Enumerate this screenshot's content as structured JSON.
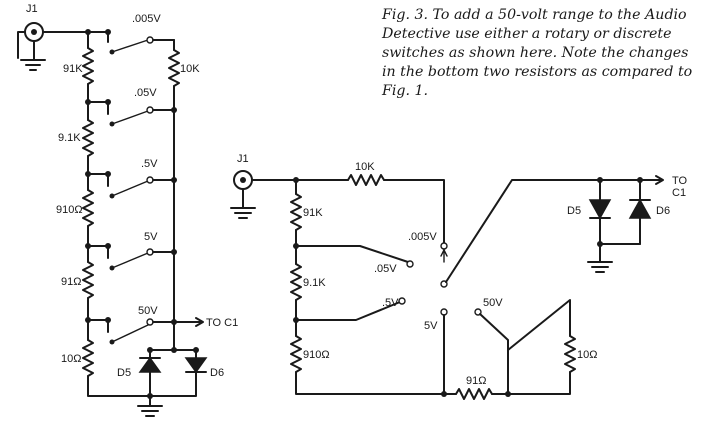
{
  "caption": "Fig. 3. To add a 50-volt range to the Audio Detective use either a rotary or discrete switches as shown here. Note the changes in the bottom two resistors as compared to Fig. 1.",
  "left": {
    "jack": "J1",
    "r1": "91K",
    "r2": "9.1K",
    "r3": "910Ω",
    "r4": "91Ω",
    "r5": "10Ω",
    "r_top": "10K",
    "range1": ".005V",
    "range2": ".05V",
    "range3": ".5V",
    "range4": "5V",
    "range5": "50V",
    "output": "TO C1",
    "d5": "D5",
    "d6": "D6"
  },
  "right": {
    "jack": "J1",
    "r_series": "10K",
    "r1": "91K",
    "r2": "9.1K",
    "r3": "910Ω",
    "r4": "91Ω",
    "r5": "10Ω",
    "range1": ".005V",
    "range2": ".05V",
    "range3": ".5V",
    "range4": "5V",
    "range5": "50V",
    "output_to": "TO",
    "output_c1": "C1",
    "d5": "D5",
    "d6": "D6"
  }
}
